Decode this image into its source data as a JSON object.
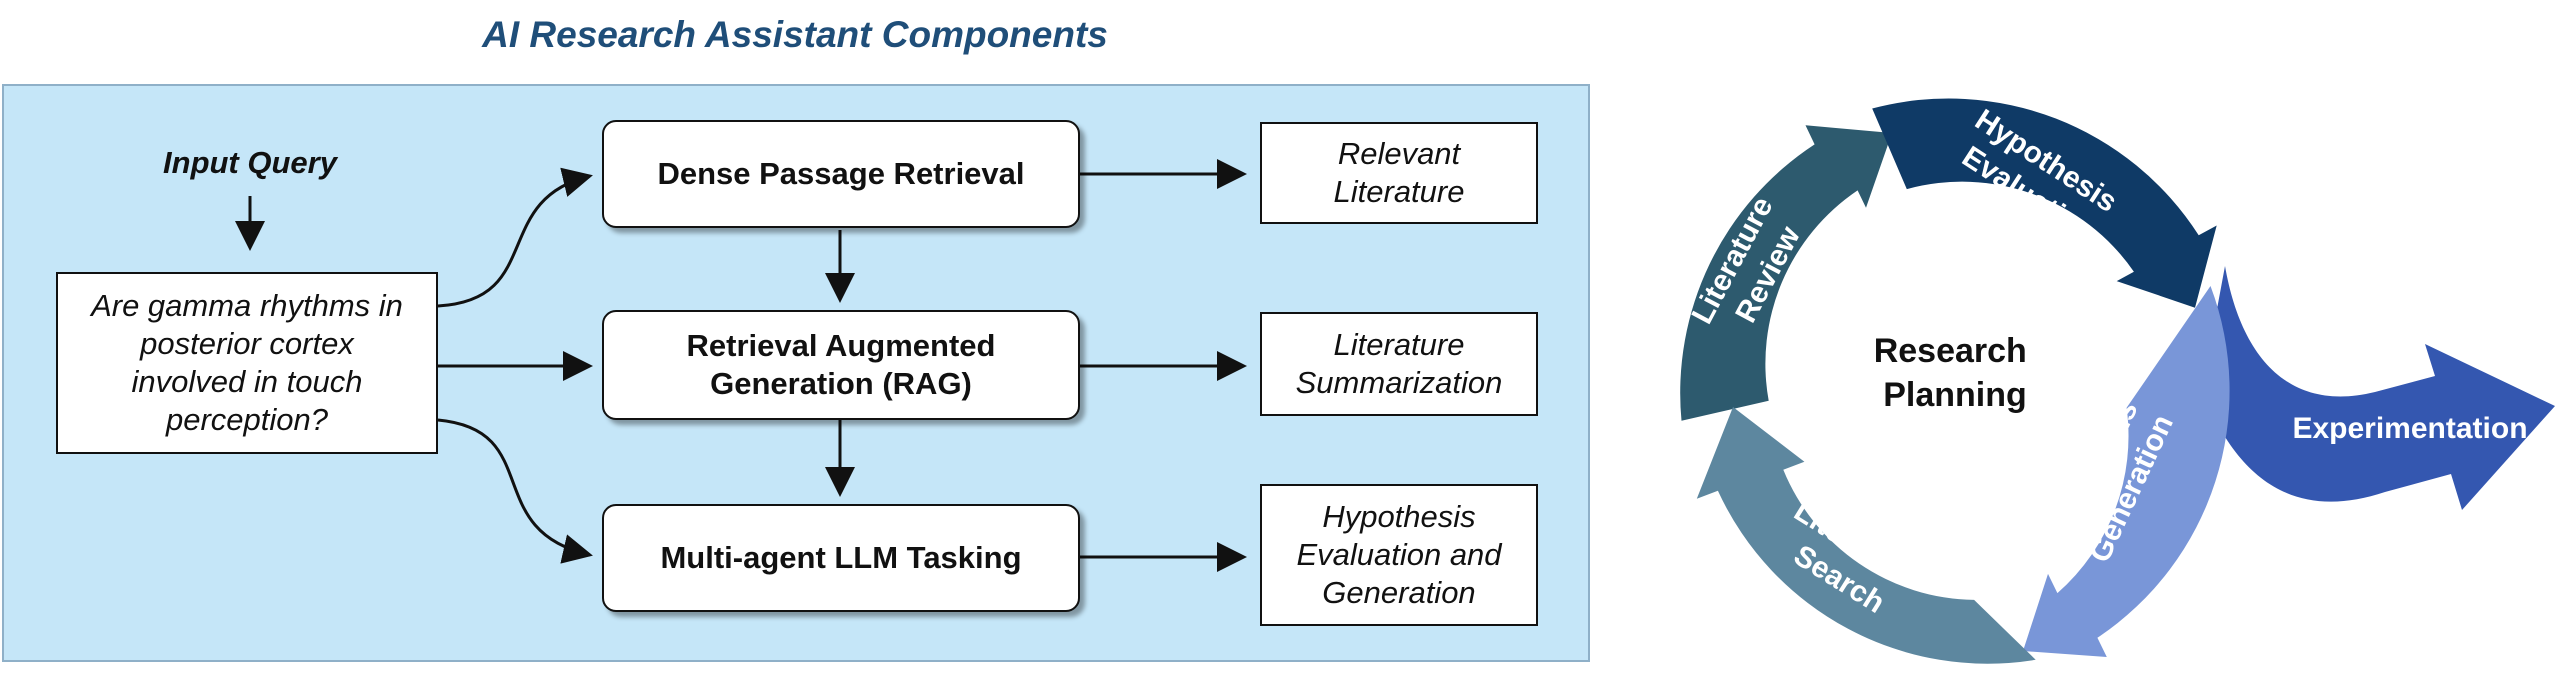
{
  "title": "AI Research Assistant Components",
  "input": {
    "label": "Input Query",
    "query": "Are gamma rhythms in\nposterior cortex\ninvolved in touch\nperception?"
  },
  "modules": [
    {
      "label": "Dense Passage Retrieval"
    },
    {
      "label": "Retrieval Augmented\nGeneration (RAG)"
    },
    {
      "label": "Multi-agent LLM Tasking"
    }
  ],
  "outputs": [
    {
      "label": "Relevant\nLiterature"
    },
    {
      "label": "Literature\nSummarization"
    },
    {
      "label": "Hypothesis\nEvaluation and\nGeneration"
    }
  ],
  "cycle": {
    "center": [
      "Research",
      "Planning"
    ],
    "stages": [
      {
        "lines": [
          "Literature",
          "Review"
        ],
        "color": "#2d5a6e"
      },
      {
        "lines": [
          "Hypothesis",
          "Evaluation"
        ],
        "color": "#0f3a66"
      },
      {
        "lines": [
          "Hypothesis",
          "Generation"
        ],
        "color": "#7996d8"
      },
      {
        "lines": [
          "Literature",
          "Search"
        ],
        "color": "#5d879f"
      }
    ],
    "exit": {
      "label": "Experimentation",
      "color": "#3457b0"
    }
  }
}
